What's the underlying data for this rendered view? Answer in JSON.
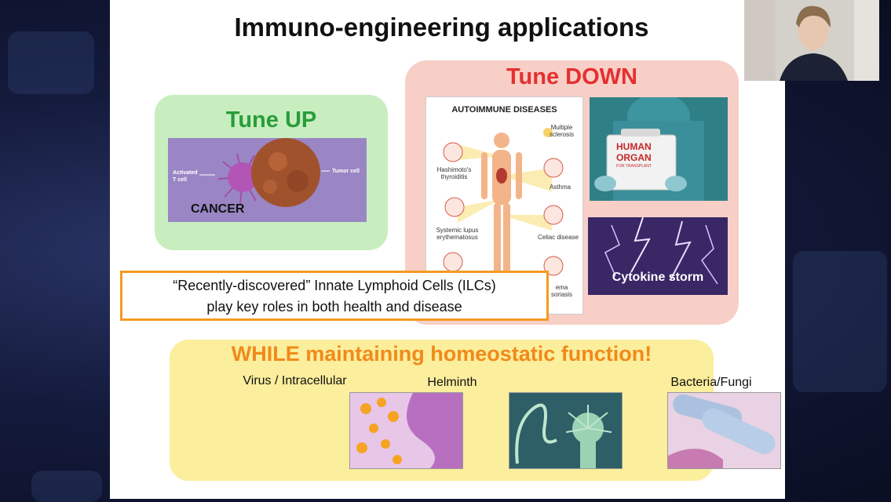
{
  "slide": {
    "title": "Immuno-engineering applications",
    "tune_up": {
      "title": "Tune UP",
      "image_label": "CANCER",
      "activated_label": "Activated\nT cell",
      "tumor_label": "Tumor cell"
    },
    "tune_down": {
      "title": "Tune DOWN",
      "autoimmune": {
        "title": "AUTOIMMUNE DISEASES",
        "diseases": {
          "multiple_sclerosis": "Multiple sclerosis",
          "hashimotos": "Hashimoto's thyroiditis",
          "asthma": "Asthma",
          "lupus": "Systemic lupus erythematosus",
          "celiac": "Celiac disease",
          "eczema": "ema\nsoriasis"
        }
      },
      "organ_text": {
        "line1": "HUMAN",
        "line2": "ORGAN",
        "line3": "FOR TRANSPLANT"
      },
      "storm_label": "Cytokine storm"
    },
    "ilc_callout": {
      "line1": "“Recently-discovered” Innate Lymphoid Cells (ILCs)",
      "line2": "play key roles in both health and disease"
    },
    "homeostatic": {
      "title": "WHILE maintaining homeostatic function!",
      "categories": [
        {
          "label": "Virus / Intracellular"
        },
        {
          "label": "Helminth"
        },
        {
          "label": "Bacteria/Fungi"
        }
      ]
    }
  },
  "colors": {
    "tune_up_green": "#2a9d3a",
    "tune_down_red": "#e52f2f",
    "homeostatic_orange": "#f08a1b",
    "callout_border": "#f39a21"
  }
}
